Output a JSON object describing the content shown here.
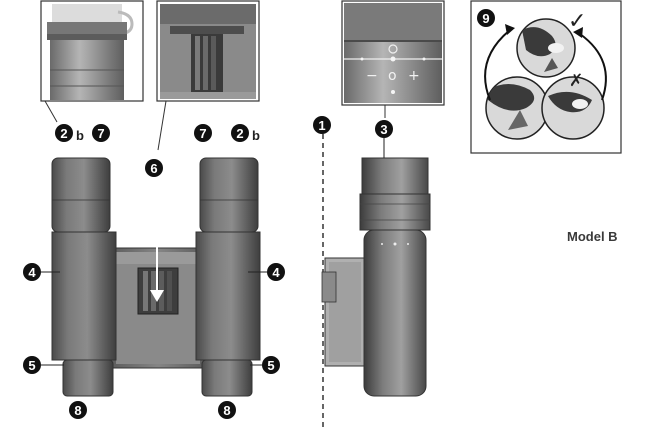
{
  "callouts": {
    "c1": "1",
    "c2a": "2",
    "c2a_sub": "b",
    "c2b": "2",
    "c2b_sub": "b",
    "c3": "3",
    "c4a": "4",
    "c4b": "4",
    "c5a": "5",
    "c5b": "5",
    "c6": "6",
    "c7a": "7",
    "c7b": "7",
    "c8a": "8",
    "c8b": "8",
    "c9": "9"
  },
  "diopter_scale": {
    "minus": "−",
    "zero": "o",
    "plus": "+"
  },
  "ipd_marks": {
    "correct": "✓",
    "incorrect": "✗"
  },
  "model_label": "Model B"
}
